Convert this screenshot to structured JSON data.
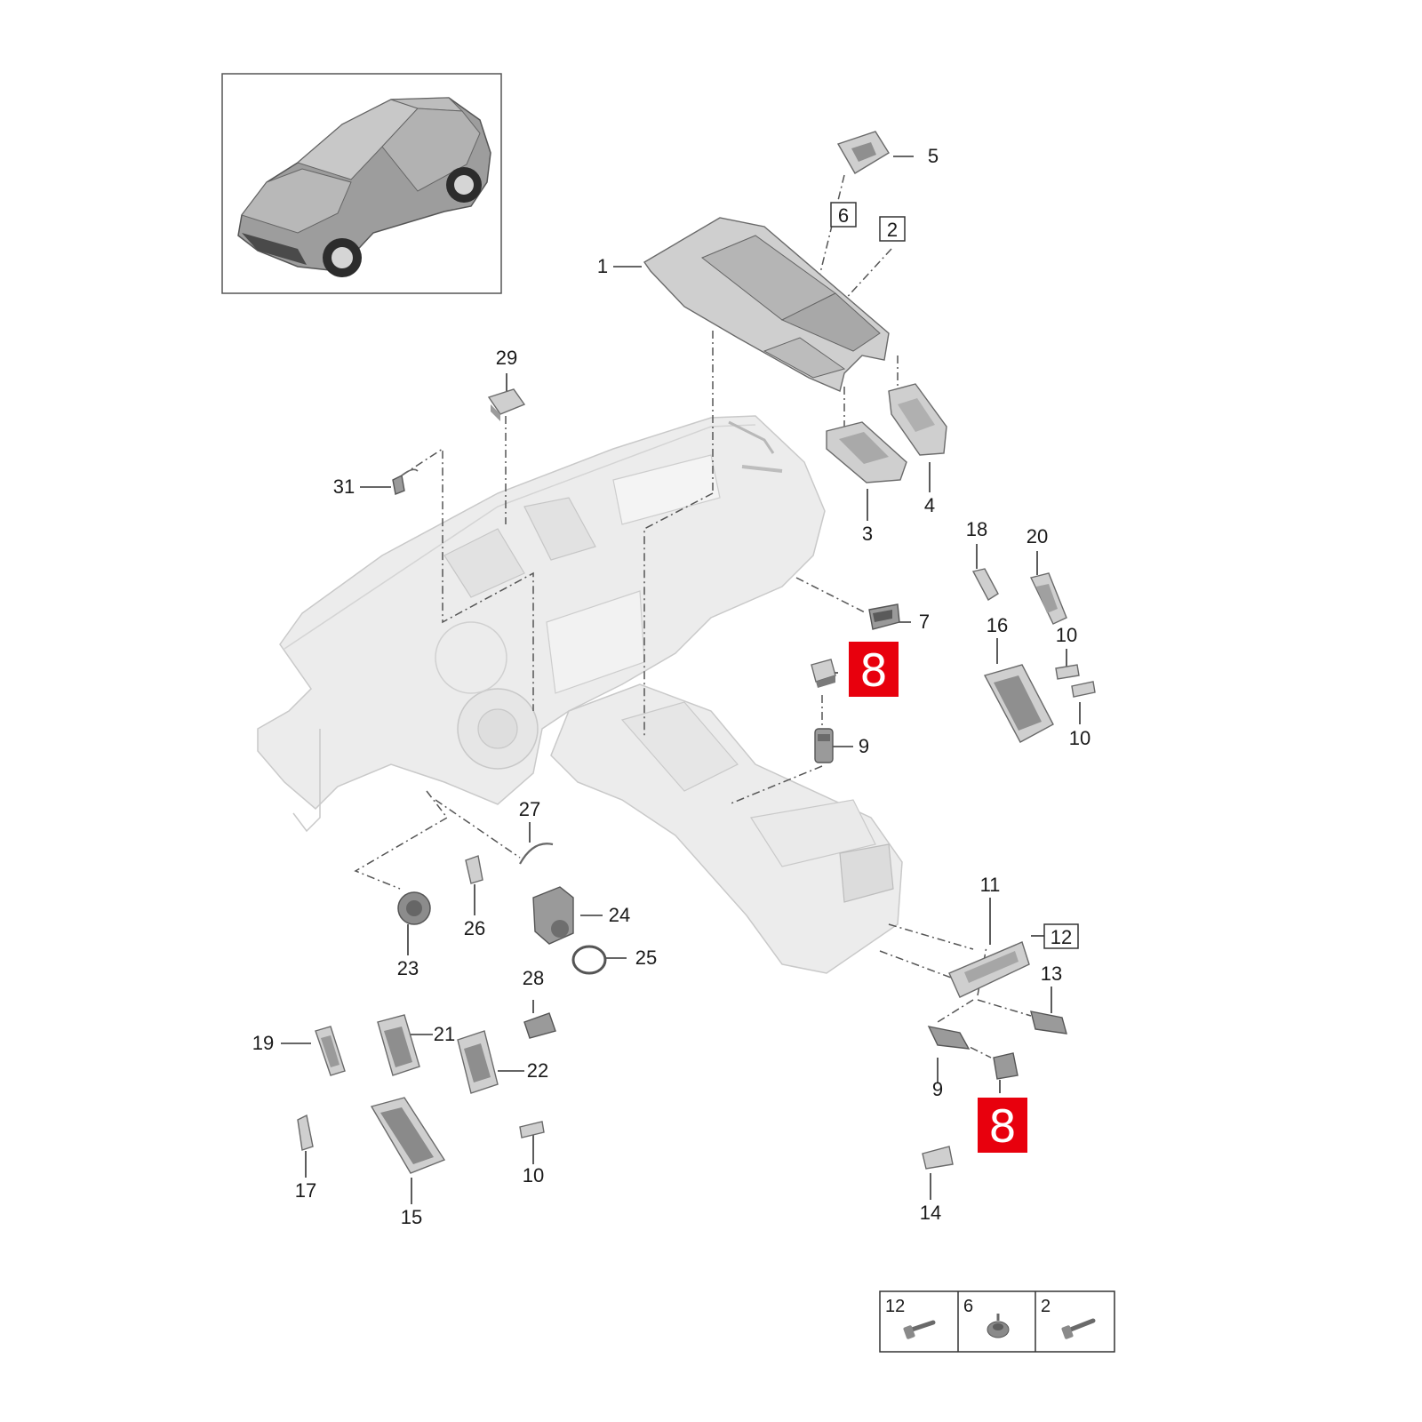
{
  "callouts": {
    "c1": "1",
    "c2": "2",
    "c3": "3",
    "c4": "4",
    "c5": "5",
    "c6": "6",
    "c7": "7",
    "c8a": "8",
    "c8b": "8",
    "c9a": "9",
    "c9b": "9",
    "c10a": "10",
    "c10b": "10",
    "c10c": "10",
    "c11": "11",
    "c12": "12",
    "c13": "13",
    "c14": "14",
    "c15": "15",
    "c16": "16",
    "c17": "17",
    "c18": "18",
    "c19": "19",
    "c20": "20",
    "c21": "21",
    "c22": "22",
    "c23": "23",
    "c24": "24",
    "c25": "25",
    "c26": "26",
    "c27": "27",
    "c28": "28",
    "c29": "29",
    "c31": "31"
  },
  "legend": {
    "items": [
      {
        "number": "12",
        "icon": "screw-icon"
      },
      {
        "number": "6",
        "icon": "flange-nut-icon"
      },
      {
        "number": "2",
        "icon": "screw-icon"
      }
    ]
  },
  "colors": {
    "highlight": "#e8000d",
    "line": "#333333",
    "part": "#cfcfcf"
  }
}
